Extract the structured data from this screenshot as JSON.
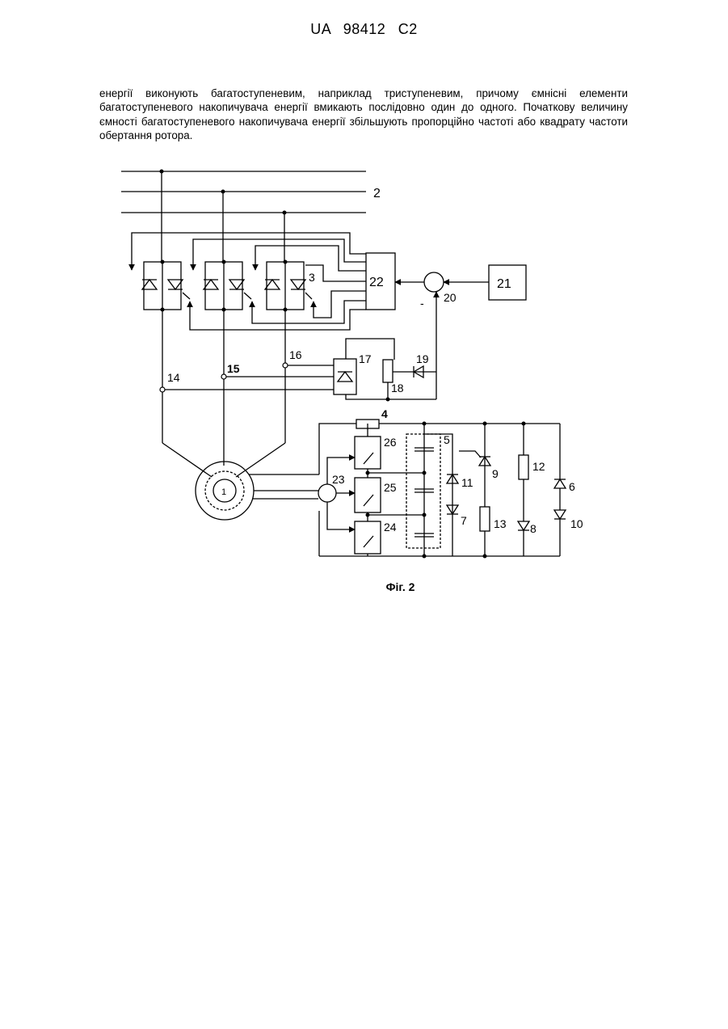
{
  "header": {
    "text": "UA   98412   C2"
  },
  "paragraph": "енергії виконують багатоступеневим, наприклад триступеневим, причому ємнісні елементи багатоступеневого накопичувача енергії вмикають послідовно один до одного. Початкову величину ємності багатоступеневого накопичувача енергії збільшують пропорційно частоті або квадрату частоти обертання ротора.",
  "figure": {
    "labels": {
      "l1": "1",
      "l2": "2",
      "l3": "3",
      "l4": "4",
      "l5": "5",
      "l6": "6",
      "l7": "7",
      "l8": "8",
      "l9": "9",
      "l10": "10",
      "l11": "11",
      "l12": "12",
      "l13": "13",
      "l14": "14",
      "l15": "15",
      "l16": "16",
      "l17": "17",
      "l18": "18",
      "l19": "19",
      "l20": "20",
      "l21": "21",
      "l22": "22",
      "l23": "23",
      "l24": "24",
      "l25": "25",
      "l26": "26"
    },
    "minus_sign": "-",
    "caption": "Фіг. 2"
  }
}
